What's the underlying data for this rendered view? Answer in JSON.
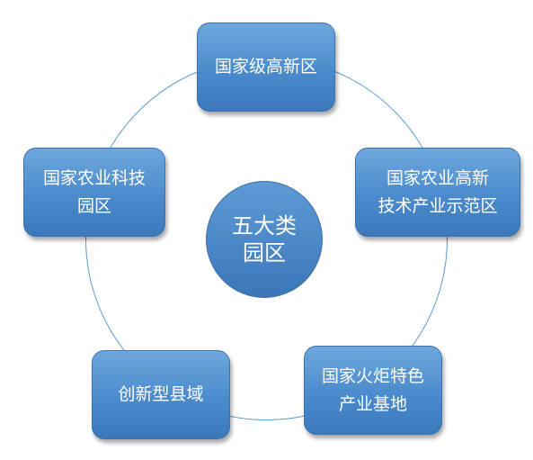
{
  "diagram": {
    "center": {
      "lines": [
        "五大类",
        "园区"
      ]
    },
    "nodes": {
      "top": {
        "lines": [
          "国家级高新区"
        ]
      },
      "right": {
        "lines": [
          "国家农业高新",
          "技术产业示范区"
        ]
      },
      "left": {
        "lines": [
          "国家农业科技",
          "园区"
        ]
      },
      "bottom_left": {
        "lines": [
          "创新型县域"
        ]
      },
      "bottom_right": {
        "lines": [
          "国家火炬特色",
          "产业基地"
        ]
      }
    }
  },
  "colors": {
    "box_fill": "#4b8bcc",
    "ring_stroke": "#5b9bd5",
    "text": "#ffffff"
  }
}
